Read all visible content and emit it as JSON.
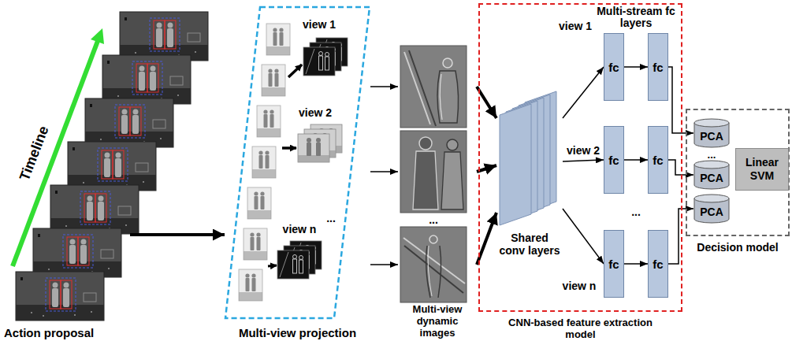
{
  "diagram": {
    "nodes": [
      {
        "text": [
          "Action proposal"
        ]
      },
      {
        "text": [
          "Multi-view projection"
        ]
      },
      {
        "text": [
          "Multi-view dynamic images"
        ]
      },
      {
        "text": [
          "Multi-stream fc layers",
          "CNN-based feature extraction model"
        ]
      },
      {
        "text": [
          "Shared conv layers"
        ],
        "in": 3
      },
      {
        "text": [
          "fc"
        ],
        "in": 3
      },
      {
        "text": [
          "fc"
        ],
        "in": 3
      },
      {
        "text": [
          "fc"
        ],
        "in": 3
      },
      {
        "text": [
          "fc"
        ],
        "in": 3
      },
      {
        "text": [
          "fc"
        ],
        "in": 3
      },
      {
        "text": [
          "fc"
        ],
        "in": 3
      },
      {
        "text": [
          "Decision model"
        ]
      },
      {
        "text": [
          "PCA"
        ],
        "in": 11
      },
      {
        "text": [
          "PCA"
        ],
        "in": 11
      },
      {
        "text": [
          "PCA"
        ],
        "in": 11
      },
      {
        "text": [
          "Linear SVM"
        ],
        "in": 11
      }
    ],
    "edges": [
      {
        "from": 0,
        "to": 1,
        "arrow": "to"
      },
      {
        "from": 1,
        "to": 2,
        "arrow": "to"
      },
      {
        "from": 1,
        "to": 2,
        "arrow": "to"
      },
      {
        "from": 1,
        "to": 2,
        "arrow": "to"
      },
      {
        "from": 2,
        "to": 4,
        "arrow": "to"
      },
      {
        "from": 2,
        "to": 4,
        "arrow": "to"
      },
      {
        "from": 2,
        "to": 4,
        "arrow": "to"
      },
      {
        "from": 4,
        "to": 5,
        "arrow": "to"
      },
      {
        "from": 4,
        "to": 7,
        "arrow": "to"
      },
      {
        "from": 4,
        "to": 9,
        "arrow": "to"
      },
      {
        "from": 5,
        "to": 6,
        "arrow": "to"
      },
      {
        "from": 7,
        "to": 8,
        "arrow": "to"
      },
      {
        "from": 9,
        "to": 10,
        "arrow": "to"
      },
      {
        "from": 6,
        "to": 12,
        "arrow": "to"
      },
      {
        "from": 8,
        "to": 13,
        "arrow": "to"
      },
      {
        "from": 10,
        "to": 14,
        "arrow": "to"
      }
    ],
    "labels": [
      "Timeline",
      "view 1",
      "view 2",
      "view n",
      "...",
      "...",
      "view 1",
      "view 2",
      "view n",
      "...",
      "..."
    ]
  }
}
